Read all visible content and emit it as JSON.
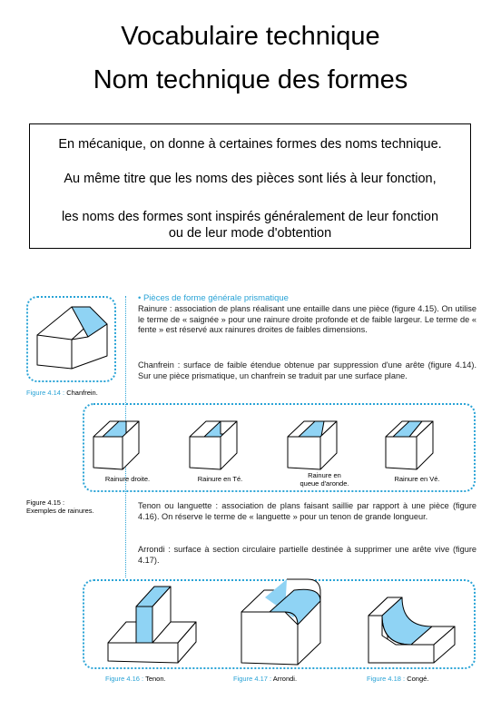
{
  "title_line1": "Vocabulaire technique",
  "title_line2": "Nom technique des formes",
  "intro": {
    "line1": "En mécanique, on donne à certaines formes des noms technique.",
    "line2": "Au même titre que les noms des pièces sont liés à leur fonction,",
    "line3": "les noms des formes sont inspirés généralement de leur fonction",
    "line4": "ou de leur mode d'obtention"
  },
  "section1": {
    "heading": "• Pièces de forme générale prismatique",
    "para_rainure": "Rainure : association de plans réalisant une entaille dans une pièce (figure 4.15). On utilise le terme de « saignée » pour une rainure droite profonde et de faible largeur. Le terme de « fente » est réservé aux rainures droites de faibles dimensions.",
    "para_chanfrein": "Chanfrein : surface de faible étendue obtenue par suppression d'une arête (figure 4.14). Sur une pièce prismatique, un chanfrein se traduit par une surface plane."
  },
  "fig414": {
    "num": "Figure 4.14 :",
    "text": "Chanfrein."
  },
  "fig415": {
    "num": "Figure 4.15 :",
    "text": "Exemples de rainures."
  },
  "grooves": {
    "droite": "Rainure droite.",
    "te": "Rainure en Té.",
    "queue_line1": "Rainure en",
    "queue_line2": "queue d'aronde.",
    "ve": "Rainure en Vé."
  },
  "section2": {
    "para_tenon": "Tenon ou languette : association de plans faisant saillie par rapport à une pièce (figure 4.16). On réserve le terme de « languette » pour un tenon de grande longueur.",
    "para_arrondi": "Arrondi : surface à section circulaire partielle destinée à supprimer une arête vive (figure 4.17)."
  },
  "fig416": {
    "num": "Figure 4.16 :",
    "text": "Tenon."
  },
  "fig417": {
    "num": "Figure 4.17 :",
    "text": "Arrondi."
  },
  "fig418": {
    "num": "Figure 4.18 :",
    "text": "Congé."
  },
  "colors": {
    "accent": "#29a3d6",
    "fill": "#8fd3f4"
  }
}
